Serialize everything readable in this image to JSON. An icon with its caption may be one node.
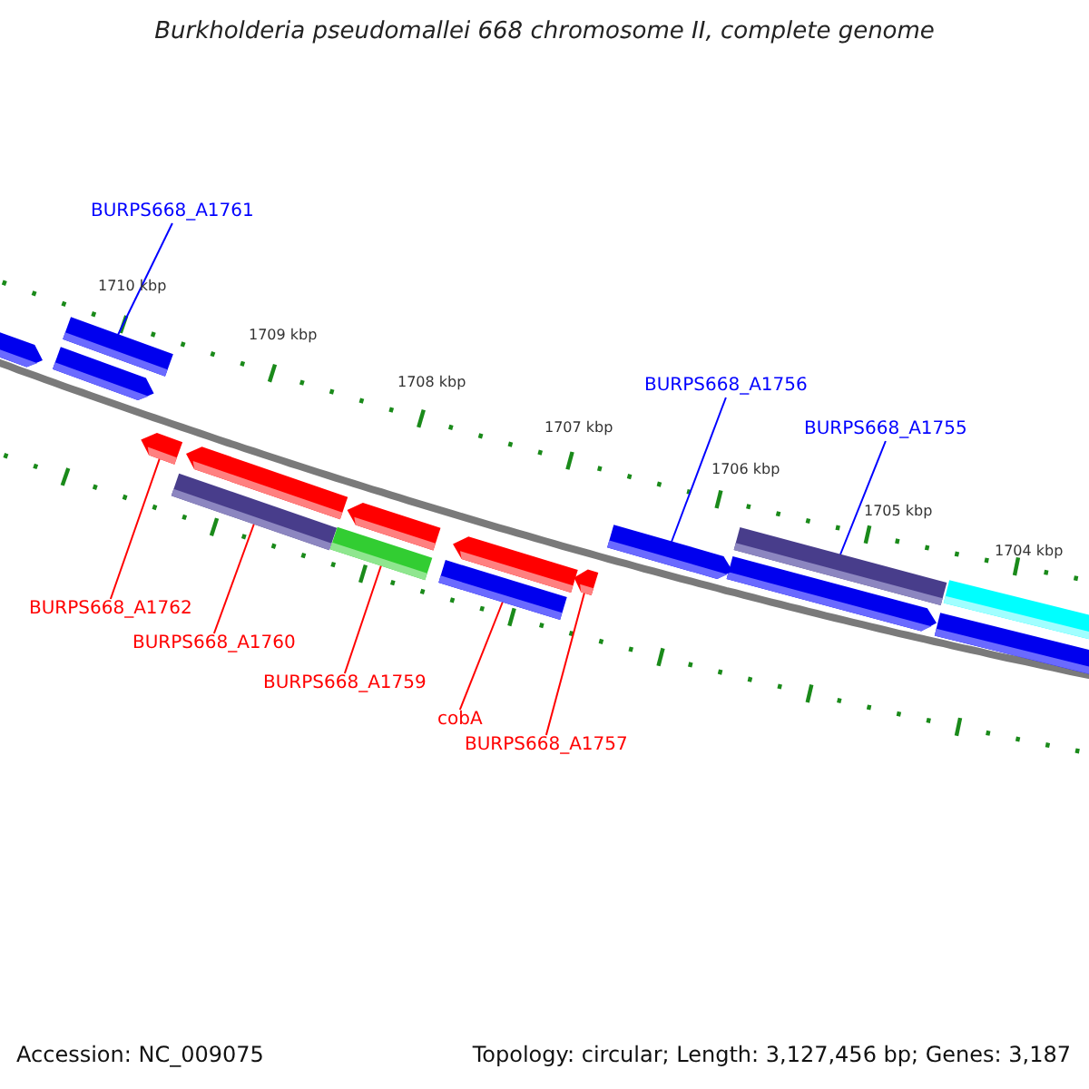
{
  "diagram": {
    "title": "Burkholderia pseudomallei 668 chromosome II, complete genome",
    "nodes": [
      {
        "text": [
          "BURPS668_A1761"
        ]
      },
      {
        "text": [],
        "shape": "bar"
      },
      {
        "text": [
          "BURPS668_A1756"
        ]
      },
      {
        "text": [
          "BURPS668_A1755"
        ]
      },
      {
        "text": [],
        "shape": "arrow"
      },
      {
        "text": [],
        "shape": "bar"
      },
      {
        "text": [],
        "shape": "arrow"
      },
      {
        "text": [],
        "shape": "bar"
      },
      {
        "text": [],
        "shape": "bar"
      },
      {
        "text": [],
        "shape": "bar"
      },
      {
        "text": [],
        "shape": "arrow"
      },
      {
        "text": [
          "BURPS668_A1762"
        ]
      },
      {
        "text": [
          "BURPS668_A1760"
        ]
      },
      {
        "text": [
          "BURPS668_A1759"
        ]
      },
      {
        "text": [
          "cobA"
        ]
      },
      {
        "text": [
          "BURPS668_A1757"
        ]
      }
    ],
    "edges": [
      {
        "from": 0,
        "to": 1,
        "arrow": "none",
        "color": "#0000ff"
      },
      {
        "from": 2,
        "to": 4,
        "arrow": "none",
        "color": "#0000ff"
      },
      {
        "from": 3,
        "to": 5,
        "arrow": "none",
        "color": "#0000ff"
      },
      {
        "from": 11,
        "to": 6,
        "arrow": "none"
      },
      {
        "from": 12,
        "to": 7,
        "arrow": "none"
      },
      {
        "from": 13,
        "to": 8,
        "arrow": "none"
      },
      {
        "from": 14,
        "to": 9,
        "arrow": "none"
      },
      {
        "from": 15,
        "to": 10,
        "arrow": "none"
      }
    ],
    "labels": [
      "1710 kbp",
      "1709 kbp",
      "1708 kbp",
      "1707 kbp",
      "1706 kbp",
      "1705 kbp",
      "1704 kbp",
      "Accession: NC_009075",
      "Topology: circular; Length: 3,127,456 bp; Genes: 3,187"
    ]
  }
}
